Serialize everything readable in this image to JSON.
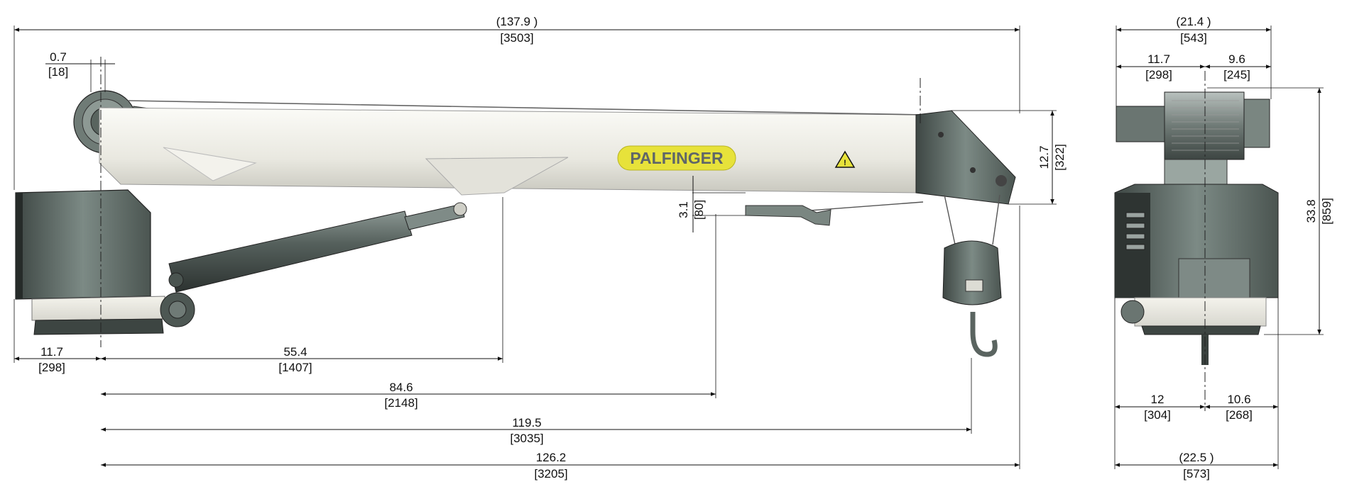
{
  "brand": {
    "logo_text": "PALFINGER"
  },
  "side_view": {
    "dims": {
      "overall_length": {
        "imperial": "(137.9 )",
        "metric": "[3503]"
      },
      "pivot_offset": {
        "imperial": "0.7",
        "metric": "[18]"
      },
      "base_rear": {
        "imperial": "11.7",
        "metric": "[298]"
      },
      "cylinder_reach": {
        "imperial": "55.4",
        "metric": "[1407]"
      },
      "reach_1": {
        "imperial": "84.6",
        "metric": "[2148]"
      },
      "reach_2": {
        "imperial": "119.5",
        "metric": "[3035]"
      },
      "reach_3": {
        "imperial": "126.2",
        "metric": "[3205]"
      },
      "boom_drop": {
        "imperial": "3.1",
        "metric": "[80]"
      },
      "head_height": {
        "imperial": "12.7",
        "metric": "[322]"
      }
    }
  },
  "front_view": {
    "dims": {
      "top_width": {
        "imperial": "(21.4 )",
        "metric": "[543]"
      },
      "top_left": {
        "imperial": "11.7",
        "metric": "[298]"
      },
      "top_right": {
        "imperial": "9.6",
        "metric": "[245]"
      },
      "height": {
        "imperial": "33.8",
        "metric": "[859]"
      },
      "bottom_left": {
        "imperial": "12",
        "metric": "[304]"
      },
      "bottom_right": {
        "imperial": "10.6",
        "metric": "[268]"
      },
      "bottom_width": {
        "imperial": "(22.5 )",
        "metric": "[573]"
      }
    }
  },
  "colors": {
    "boom": "#ecebe4",
    "body": "#5e6b66",
    "dark": "#2f3432",
    "base": "#efeee6",
    "logo_bg": "#e7e23a",
    "logo_text": "#5f6668"
  }
}
